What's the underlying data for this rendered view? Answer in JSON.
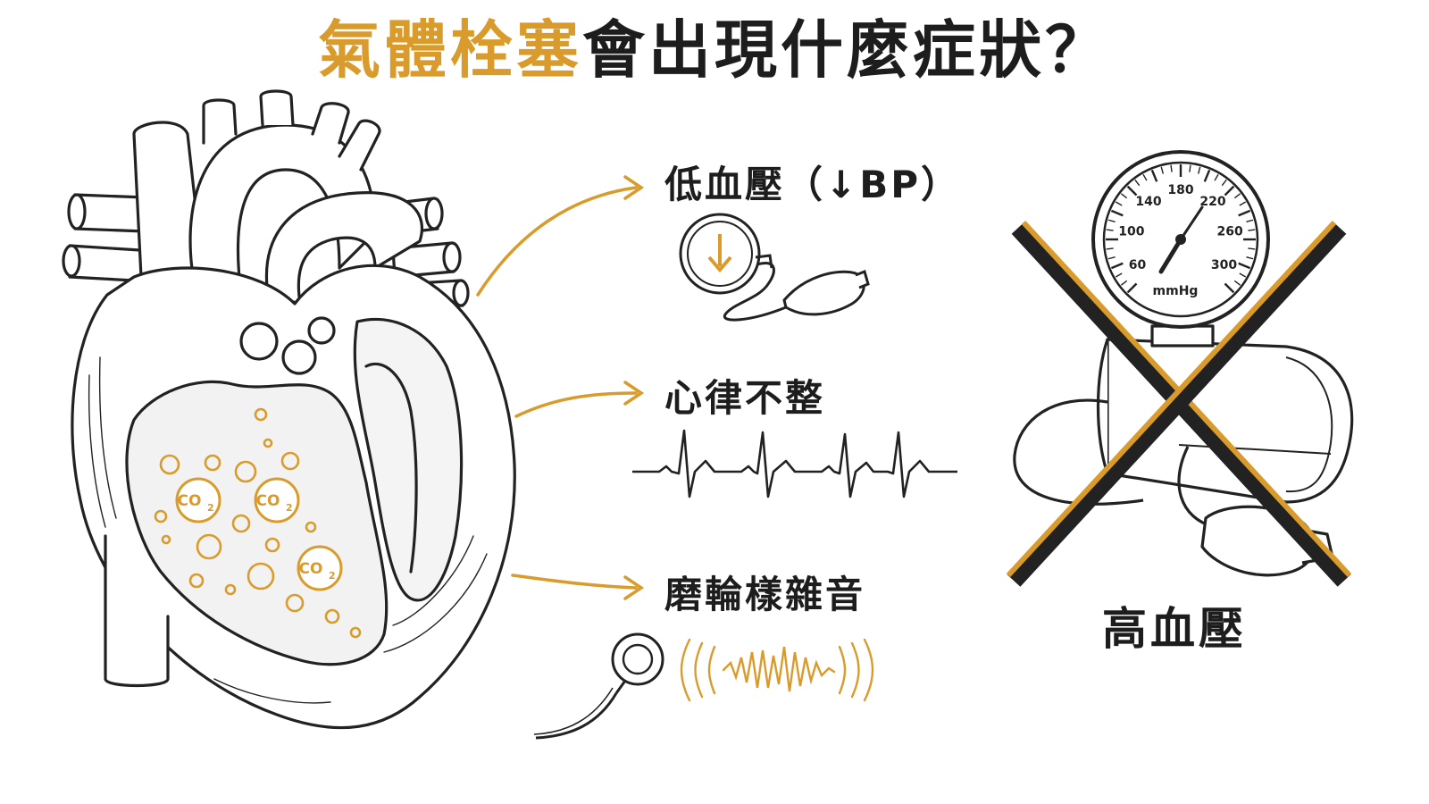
{
  "title": {
    "highlight": "氣體栓塞",
    "rest": "會出現什麼症狀？"
  },
  "symptoms": [
    {
      "label": "低血壓（↓BP）"
    },
    {
      "label": "心律不整"
    },
    {
      "label": "磨輪樣雜音"
    }
  ],
  "heart": {
    "bubble_label_main": "CO",
    "bubble_label_sub": "2"
  },
  "gauge": {
    "ticks": [
      "60",
      "100",
      "140",
      "180",
      "220",
      "260",
      "300"
    ],
    "unit": "mmHg"
  },
  "excluded": {
    "label": "高血壓"
  },
  "colors": {
    "accent": "#d99b2c",
    "ink": "#1d1d1d",
    "background": "#ffffff"
  },
  "icons": [
    "heart-illustration",
    "small-bp-gauge-icon",
    "ecg-waveform-icon",
    "stethoscope-icon",
    "large-bp-gauge-icon",
    "cross-out-icon"
  ]
}
